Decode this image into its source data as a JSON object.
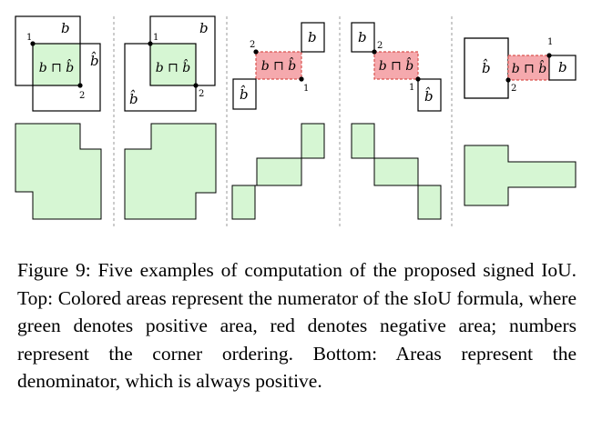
{
  "figure": {
    "box_label": "b",
    "pred_label": "b̂",
    "intersection_label": "b ⊓ b̂",
    "corner_labels": [
      "1",
      "2"
    ],
    "colors": {
      "positive_area": "#d6f6d3",
      "negative_area": "#f5a9ad",
      "negative_border": "#d9534f",
      "separator": "#999999"
    },
    "panels": [
      {
        "sign": "positive"
      },
      {
        "sign": "positive"
      },
      {
        "sign": "negative"
      },
      {
        "sign": "negative"
      },
      {
        "sign": "negative"
      }
    ]
  },
  "caption": {
    "label": "Figure 9:",
    "text": "Five examples of computation of the proposed signed IoU. Top: Colored areas represent the numerator of the sIoU formula, where green denotes positive area, red denotes negative area; numbers represent the corner ordering. Bottom: Areas represent the denominator, which is always positive."
  }
}
